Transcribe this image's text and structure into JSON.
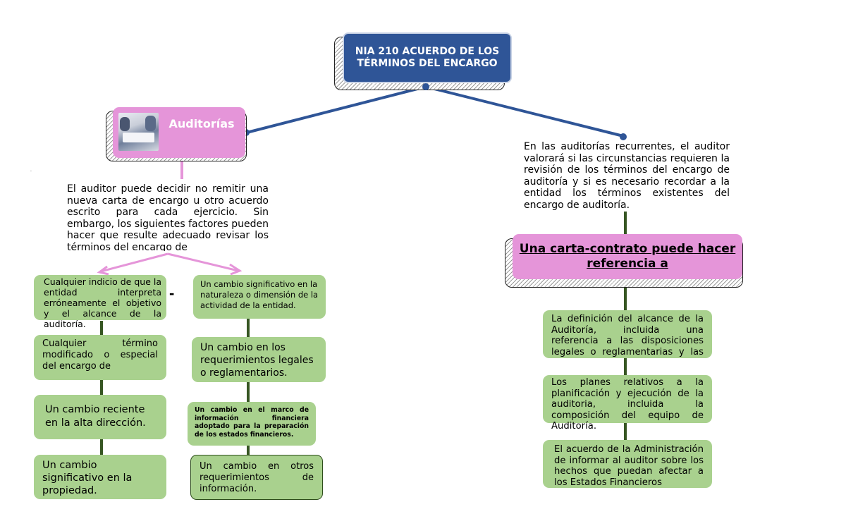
{
  "title": "NIA 210 ACUERDO DE LOS TÉRMINOS DEL ENCARGO",
  "left_branch": {
    "heading": "Auditorías",
    "description": "El auditor puede decidir no remitir una nueva carta de encargo u otro acuerdo escrito para cada ejercicio. Sin embargo, los siguientes factores pueden hacer que resulte adecuado revisar los términos del encargo de",
    "column_a": [
      "Cualquier indicio de que la entidad interpreta erróneamente el objetivo y el alcance de la auditoría.",
      "Cualquier término modificado o especial del encargo de",
      "Un cambio reciente en la alta dirección.",
      "Un cambio significativo en la propiedad."
    ],
    "column_b": [
      "Un cambio significativo en la naturaleza o dimensión de la actividad de la entidad.",
      "Un cambio en los requerimientos legales o reglamentarios.",
      "Un cambio en el marco de información financiera adoptado para la preparación de los estados financieros.",
      "Un cambio en otros requerimientos de información."
    ]
  },
  "right_branch": {
    "description": "En las auditorías recurrentes, el auditor valorará si las circunstancias requieren la revisión de los términos del encargo de auditoría y si es necesario recordar a la entidad los términos existentes del encargo de auditoría.",
    "heading": "Una carta-contrato puede hacer referencia a",
    "items": [
      "La definición del alcance de la Auditoría, incluida una referencia a las disposiciones legales o reglamentarias y las NIA",
      "Los planes relativos a la planificación y ejecución de la auditoria, incluida la composición del equipo de Auditoría.",
      "El acuerdo de la Administración de informar al auditor sobre los hechos que puedan afectar a los Estados Financieros"
    ]
  },
  "colors": {
    "title_fill": "#2f5597",
    "connector": "#2f5597",
    "pink_fill": "#e595d9",
    "pink_arrow": "#e595d9",
    "green_fill": "#a9d18e",
    "green_connector": "#375623"
  },
  "icons": [
    "meeting-photo"
  ]
}
